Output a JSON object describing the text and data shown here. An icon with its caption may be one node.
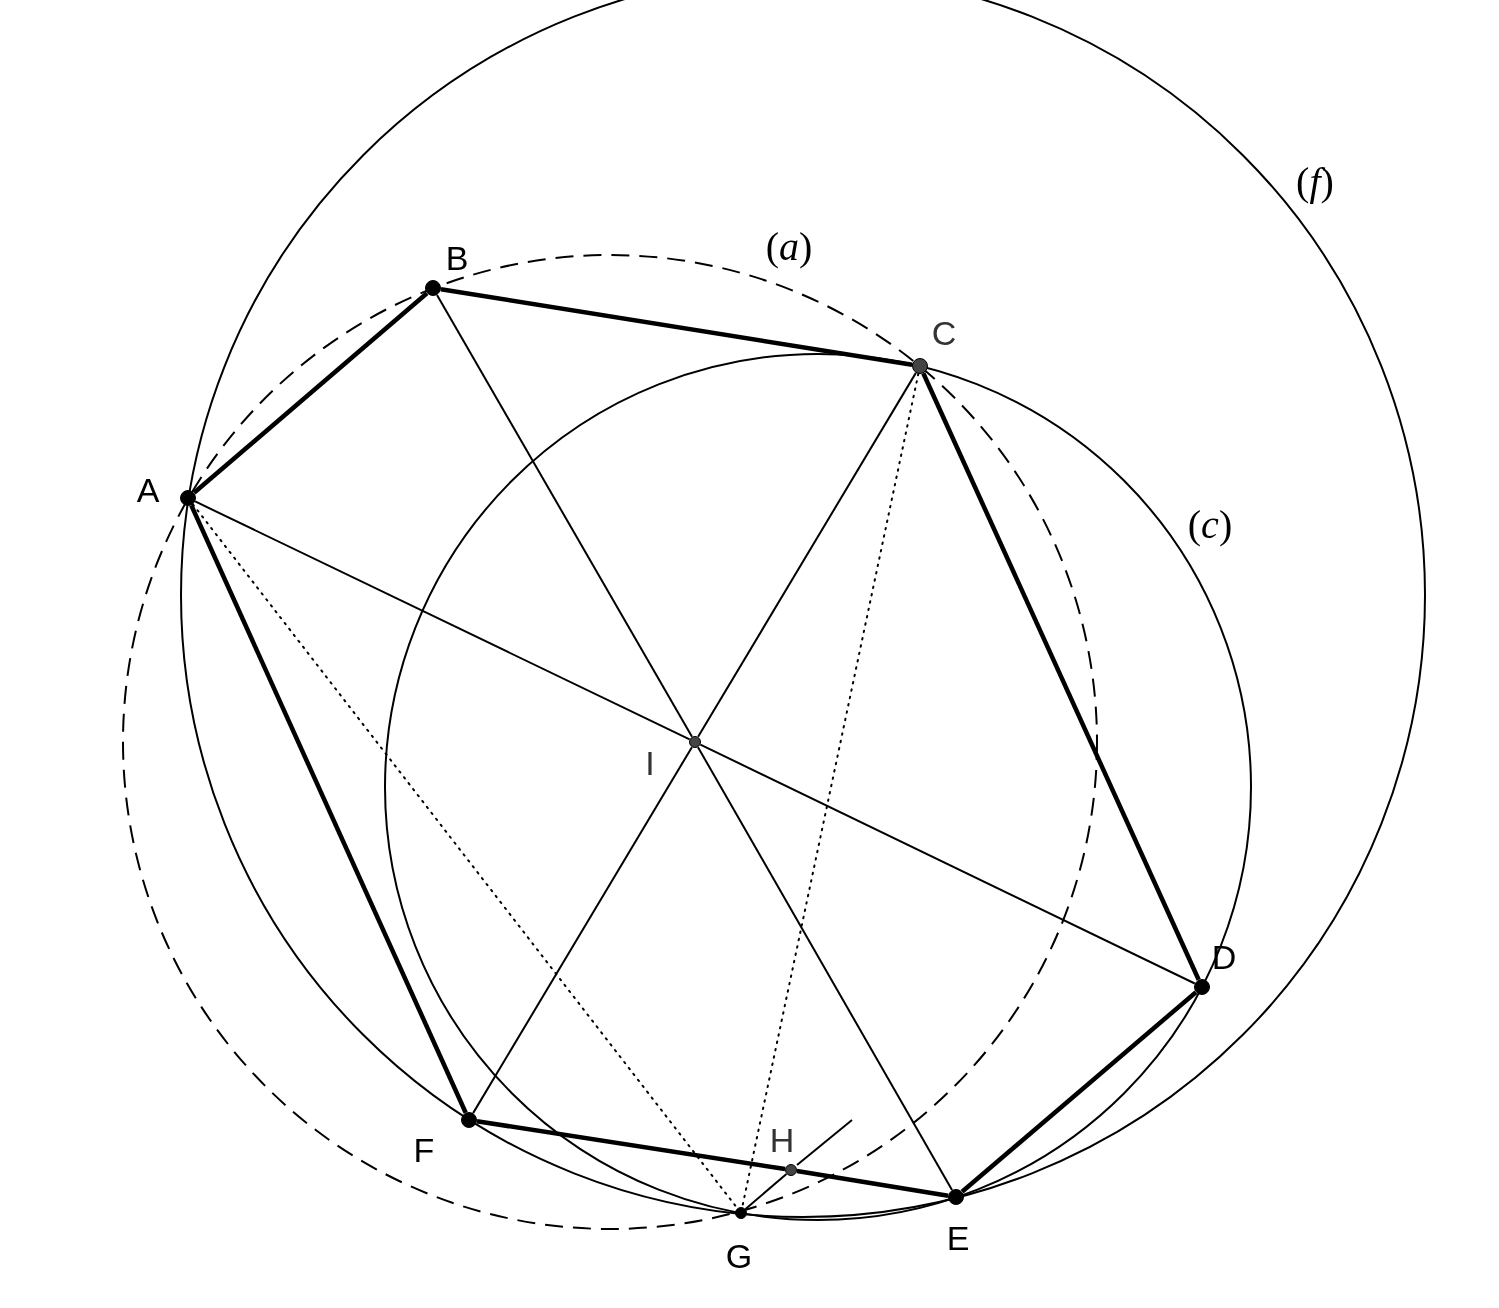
{
  "diagram": {
    "nodes": [
      {
        "text": [],
        "shape": "circle",
        "beside": [
          "A"
        ]
      },
      {
        "text": [],
        "shape": "circle",
        "beside": [
          "B"
        ]
      },
      {
        "text": [],
        "shape": "circle",
        "beside": [
          "C"
        ]
      },
      {
        "text": [],
        "shape": "circle",
        "beside": [
          "D"
        ]
      },
      {
        "text": [],
        "shape": "circle",
        "beside": [
          "E"
        ]
      },
      {
        "text": [],
        "shape": "circle",
        "beside": [
          "F"
        ]
      },
      {
        "text": [],
        "shape": "circle",
        "beside": [
          "G"
        ]
      },
      {
        "text": [],
        "shape": "circle",
        "beside": [
          "H"
        ]
      },
      {
        "text": [],
        "shape": "circle",
        "beside": [
          "I"
        ]
      }
    ],
    "edges": [
      {
        "from": 0,
        "to": 1,
        "arrow": "none",
        "style": "thick"
      },
      {
        "from": 1,
        "to": 2,
        "arrow": "none",
        "style": "thick"
      },
      {
        "from": 2,
        "to": 3,
        "arrow": "none",
        "style": "thick"
      },
      {
        "from": 3,
        "to": 4,
        "arrow": "none",
        "style": "thick"
      },
      {
        "from": 4,
        "to": 7,
        "arrow": "none",
        "style": "thick"
      },
      {
        "from": 7,
        "to": 5,
        "arrow": "none",
        "style": "thick"
      },
      {
        "from": 5,
        "to": 0,
        "arrow": "none",
        "style": "thick"
      },
      {
        "from": 1,
        "to": 8,
        "arrow": "none"
      },
      {
        "from": 8,
        "to": 4,
        "arrow": "none"
      },
      {
        "from": 0,
        "to": 8,
        "arrow": "none"
      },
      {
        "from": 8,
        "to": 3,
        "arrow": "none"
      },
      {
        "from": 2,
        "to": 8,
        "arrow": "none"
      },
      {
        "from": 8,
        "to": 5,
        "arrow": "none"
      },
      {
        "from": 6,
        "to": 7,
        "arrow": "none"
      },
      {
        "from": 0,
        "to": 6,
        "arrow": "none",
        "style": "dashed"
      },
      {
        "from": 2,
        "to": 6,
        "arrow": "none",
        "style": "dashed"
      }
    ],
    "labels": [
      "(*f*)",
      "(*a*)",
      "(*c*)"
    ]
  }
}
